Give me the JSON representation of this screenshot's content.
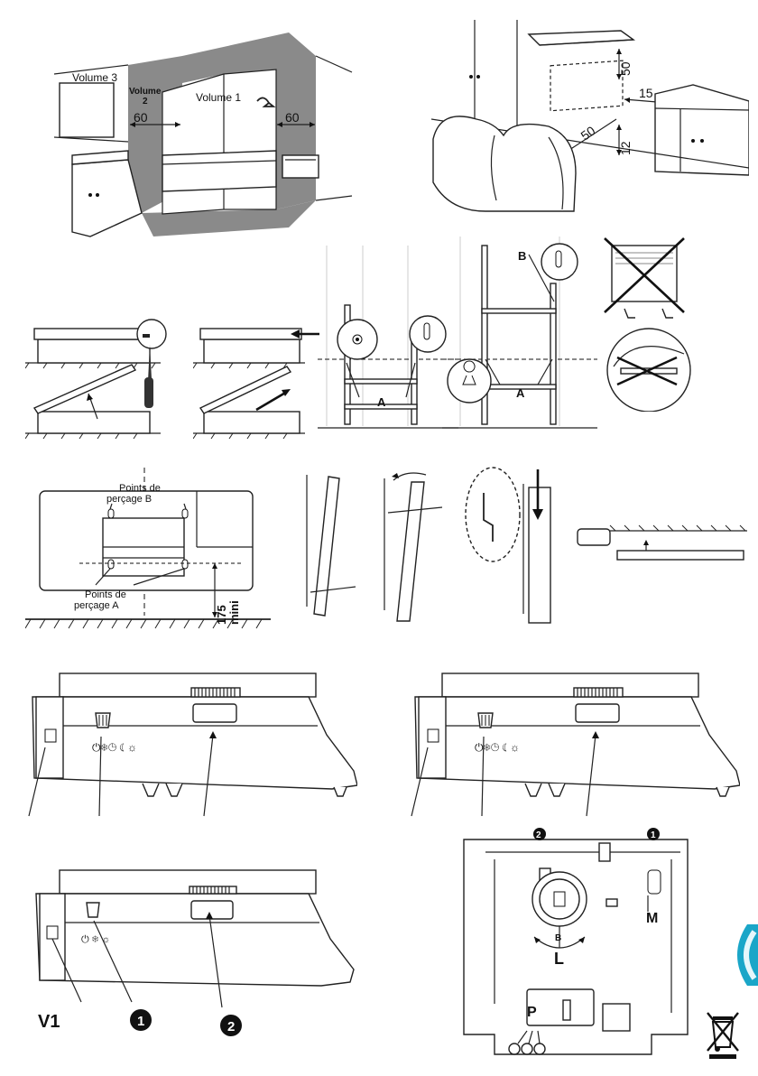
{
  "zones": {
    "volume3": "Volume 3",
    "volume2": "Volume\n2",
    "volume1": "Volume 1",
    "dist_left": "60",
    "dist_right": "60"
  },
  "clearances": {
    "top": "50",
    "side": "15",
    "front": "50",
    "floor": "12"
  },
  "brackets": {
    "label_a": "A",
    "label_b": "B",
    "label_a2": "A"
  },
  "drilling": {
    "points_b": "Points de\nperçage B",
    "points_a": "Points de\nperçage A",
    "min_height": "175\nmini"
  },
  "controls": {
    "v1": "V1",
    "num1": "1",
    "num2": "2",
    "num1_top": "1",
    "num2_top": "2",
    "label_m": "M",
    "label_l": "L",
    "label_p": "P",
    "label_b": "B"
  },
  "colors": {
    "zone_grey": "#8a8a8a",
    "accent_teal": "#1aa6c8"
  }
}
